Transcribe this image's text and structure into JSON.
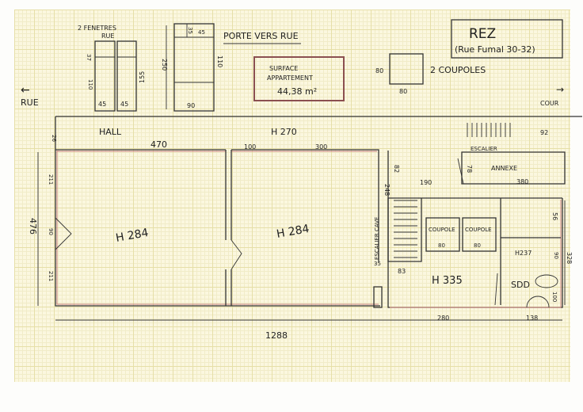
{
  "title_box": {
    "title": "REZ",
    "subtitle": "(Rue Fumal 30-32)"
  },
  "windows_note": {
    "line1": "2 FENETRES",
    "line2": "RUE",
    "dims": [
      "37",
      "110",
      "155",
      "45",
      "45"
    ]
  },
  "door_note": {
    "label": "PORTE VERS RUE",
    "dims": [
      "35",
      "45",
      "250",
      "110",
      "90"
    ]
  },
  "surface": {
    "line1": "SURFACE",
    "line2": "APPARTEMENT",
    "value": "44,38 m²"
  },
  "coupoles_note": {
    "label": "2 COUPOLES",
    "w": "80",
    "h": "80"
  },
  "directions": {
    "left": "RUE",
    "right": "COUR"
  },
  "rooms": {
    "hall": "HALL",
    "hall_height": "H 270",
    "room1_height": "H 284",
    "room2_height": "H 284",
    "main_height": "H 335",
    "sdd": "SDD",
    "sdd_height": "H237",
    "escalier": "ESCALIER",
    "annexe": "ANNEXE",
    "escalier_cave": "ESCALIER CAVE",
    "coupole1": "COUPOLE",
    "coupole1_dim": "80",
    "coupole2": "COUPOLE",
    "coupole2_dim": "80"
  },
  "dimensions": {
    "hall_depth": "26",
    "d470": "470",
    "d100": "100",
    "d300": "300",
    "d82": "82",
    "d248": "248",
    "d190": "190",
    "d78": "78",
    "d380": "380",
    "d92": "92",
    "d211a": "211",
    "d90": "90",
    "d211b": "211",
    "d476": "476",
    "d35": "35",
    "d83": "83",
    "d56": "56",
    "d90b": "90",
    "d328": "328",
    "d100b": "100",
    "d280": "280",
    "d138": "138",
    "d1288": "1288"
  }
}
